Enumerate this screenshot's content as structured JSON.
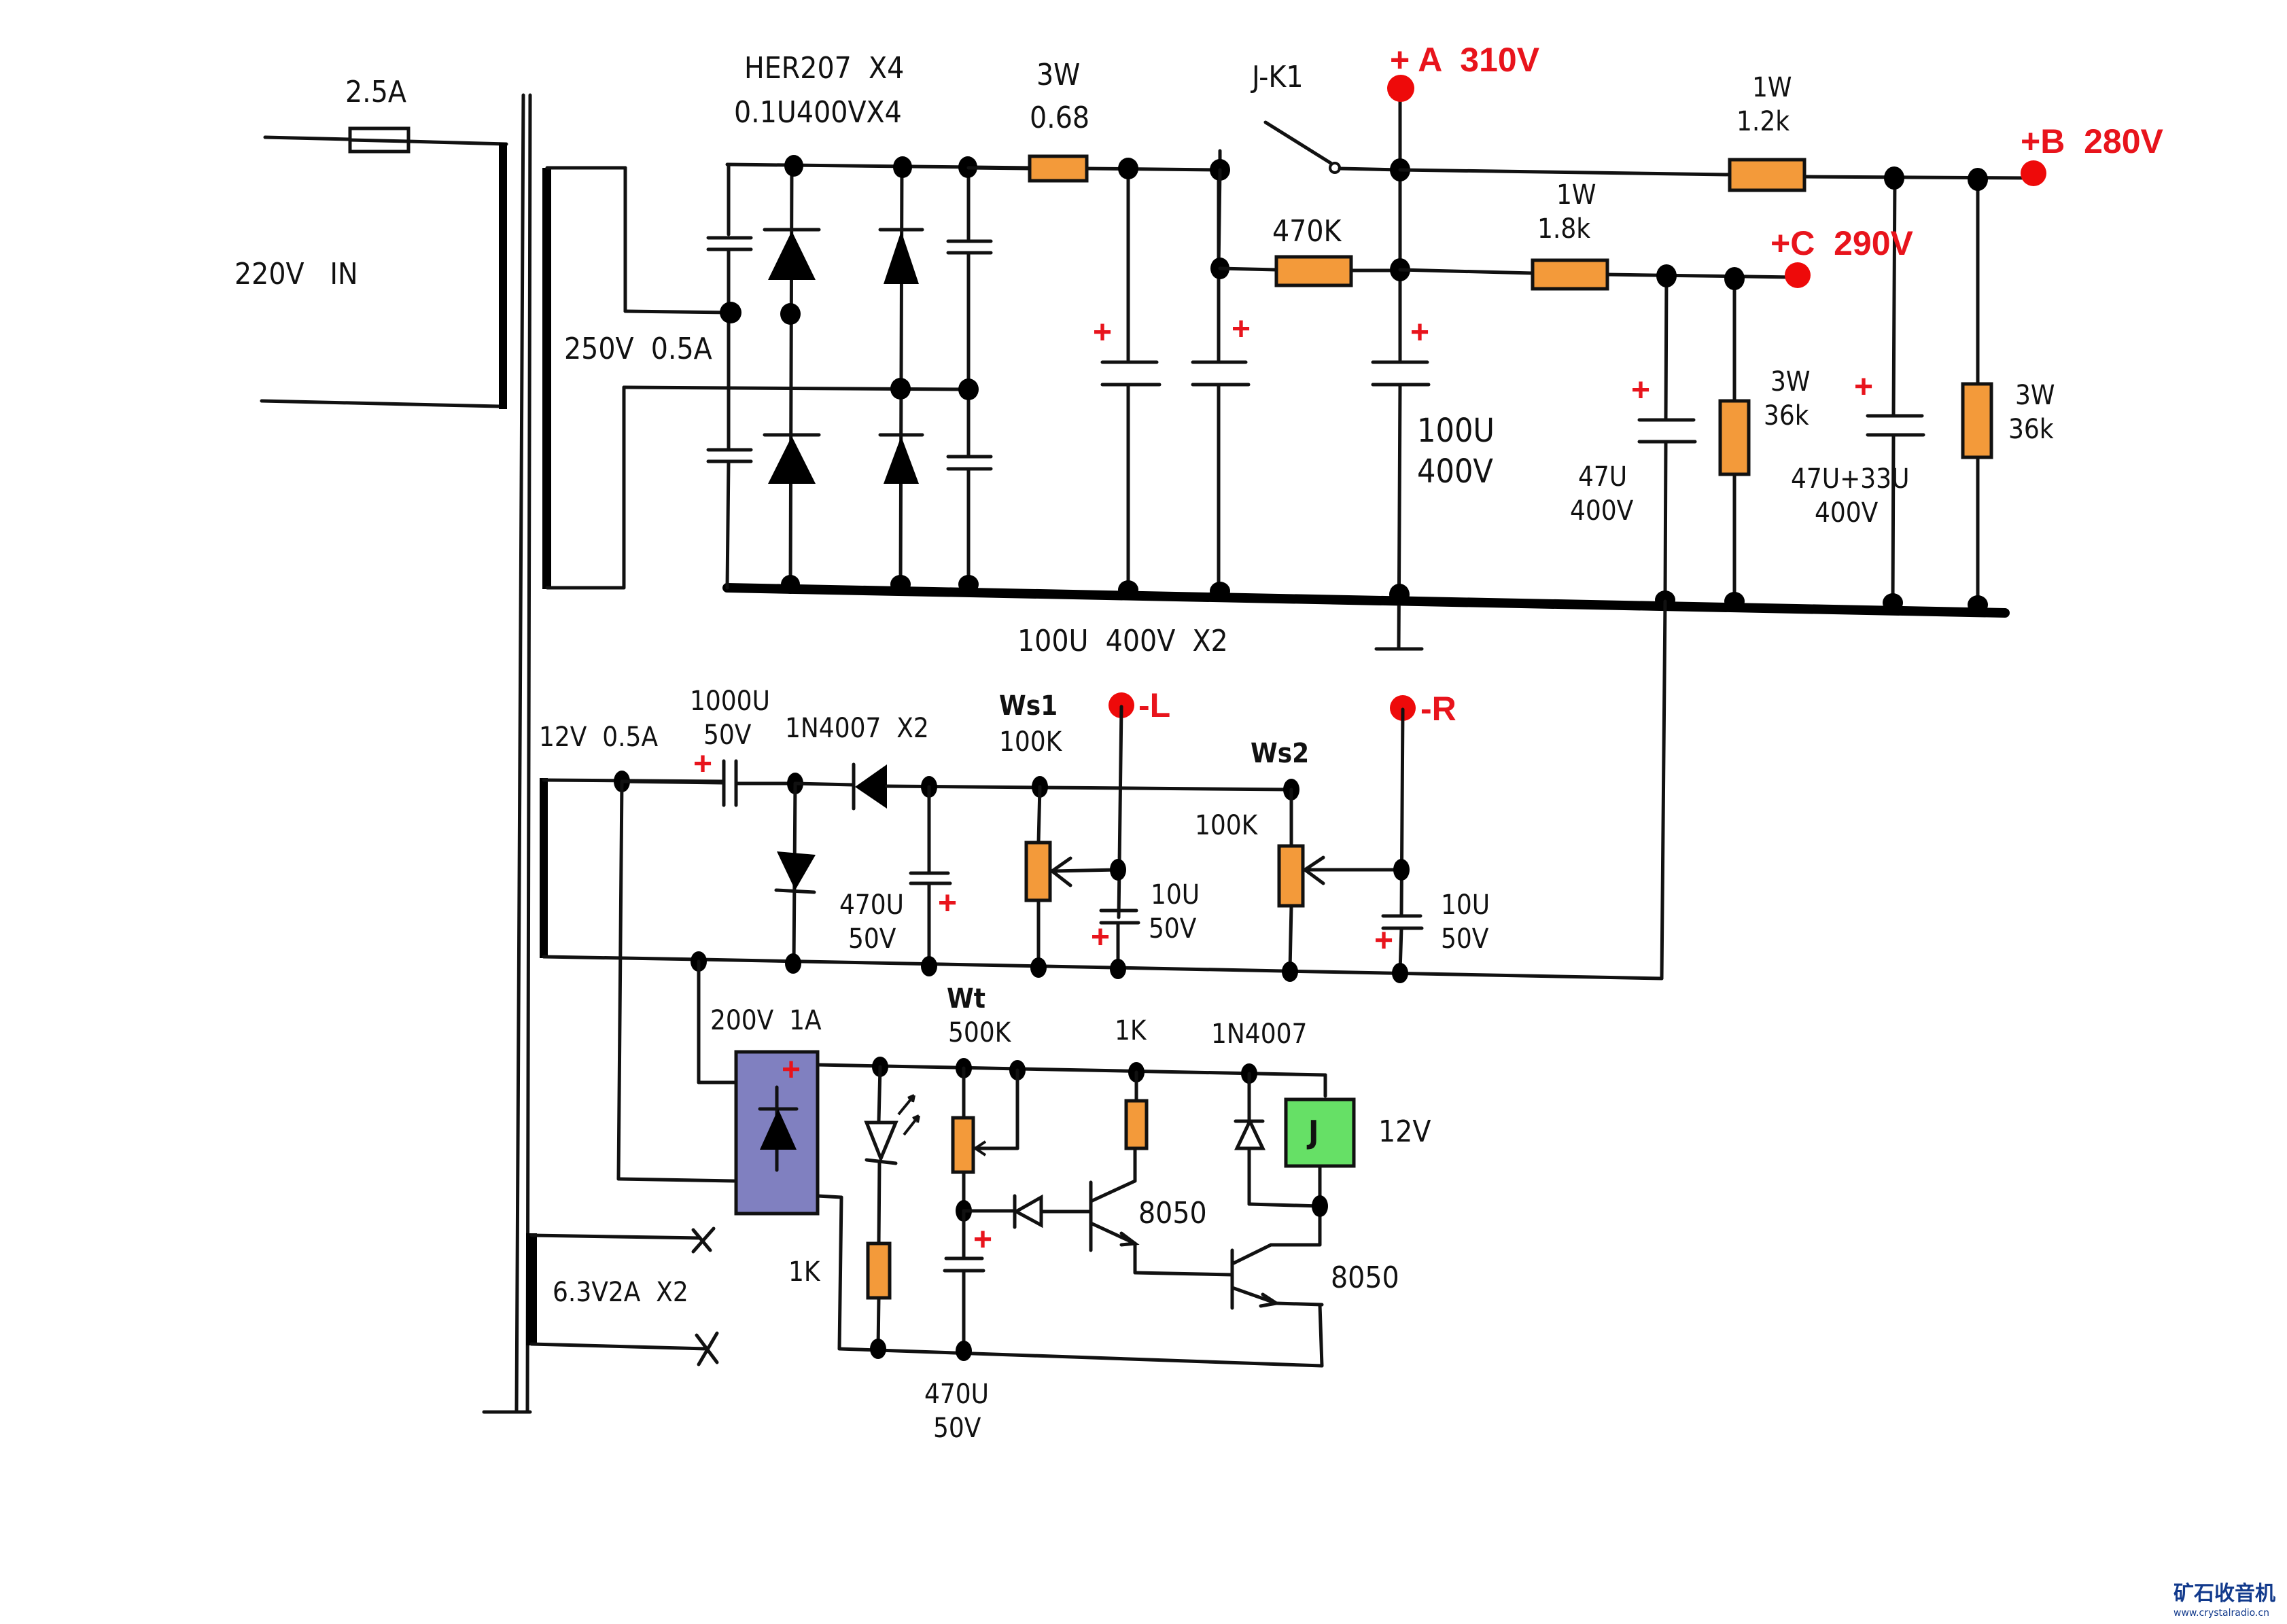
{
  "diagram": {
    "title": "Tube amplifier power supply schematic",
    "mains": {
      "input_label": "220V   IN",
      "fuse_rating": "2.5A"
    },
    "transformer": {
      "hv_secondary": "250V  0.5A",
      "bias_secondary": "12V  0.5A",
      "heater_secondary": "6.3V2A  X2"
    },
    "hv_rectifier": {
      "diodes": "HER207  X4",
      "snubber_caps": "0.1U400VX4"
    },
    "series_resistor": {
      "power": "3W",
      "value": "0.68"
    },
    "relay_contact": "J-K1",
    "reservoir_caps": "100U  400V  X2",
    "bleed_resistor": "470K",
    "main_cap": {
      "value": "100U",
      "voltage": "400V"
    },
    "rail_b": {
      "resistor_power": "1W",
      "resistor_value": "1.2k",
      "cap_value": "47U+33U",
      "cap_voltage": "400V",
      "bleeder_power": "3W",
      "bleeder_value": "36k"
    },
    "rail_c": {
      "resistor_power": "1W",
      "resistor_value": "1.8k",
      "cap_value": "47U",
      "cap_voltage": "400V",
      "bleeder_power": "3W",
      "bleeder_value": "36k"
    },
    "test_points": {
      "a": "+ A  310V",
      "b": "+B  280V",
      "c": "+C  290V",
      "l": "-L",
      "r": "-R"
    },
    "bias_supply": {
      "coupling_cap_value": "1000U",
      "coupling_cap_voltage": "50V",
      "diodes": "1N4007  X2",
      "filter_cap_value": "470U",
      "filter_cap_voltage": "50V",
      "pot1_name": "Ws1",
      "pot1_value": "100K",
      "pot2_name": "Ws2",
      "pot2_value": "100K",
      "cap_l_value": "10U",
      "cap_l_voltage": "50V",
      "cap_r_value": "10U",
      "cap_r_voltage": "50V"
    },
    "delay_circuit": {
      "bridge_rating": "200V  1A",
      "led_resistor": "1K",
      "pot_name": "Wt",
      "pot_value": "500K",
      "timing_cap_value": "470U",
      "timing_cap_voltage": "50V",
      "collector_resistor": "1K",
      "flyback_diode": "1N4007",
      "relay_label": "J",
      "relay_voltage": "12V",
      "transistor1": "8050",
      "transistor2": "8050"
    },
    "plus_sign": "+",
    "colors": {
      "resistor": "#f39a3a",
      "test_point": "#ee0a0a",
      "bridge": "#8080c0",
      "relay": "#66e066",
      "watermark": "#123a8c"
    },
    "watermark": {
      "name": "矿石收音机",
      "url": "www.crystalradio.cn"
    }
  }
}
